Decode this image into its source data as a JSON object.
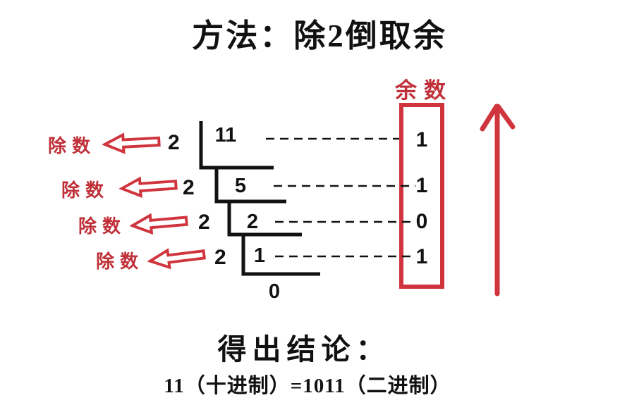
{
  "title": "方法：除2倒取余",
  "colors": {
    "background": "#ffffff",
    "ink": "#121212",
    "red_text": "#bf3038",
    "red_line": "#d0353e"
  },
  "icons": {
    "divisor_arrow": "left-block-arrow",
    "reading_direction": "up-arrow"
  },
  "remainder_column": {
    "header": "余数"
  },
  "division_steps": [
    {
      "divisor_label": "除数",
      "divisor": "2",
      "dividend": "11",
      "remainder": "1"
    },
    {
      "divisor_label": "除数",
      "divisor": "2",
      "dividend": "5",
      "remainder": "1"
    },
    {
      "divisor_label": "除数",
      "divisor": "2",
      "dividend": "2",
      "remainder": "0"
    },
    {
      "divisor_label": "除数",
      "divisor": "2",
      "dividend": "1",
      "remainder": "1"
    }
  ],
  "final_quotient": "0",
  "conclusion": {
    "heading": "得出结论：",
    "equation": "11（十进制）=1011（二进制）"
  }
}
